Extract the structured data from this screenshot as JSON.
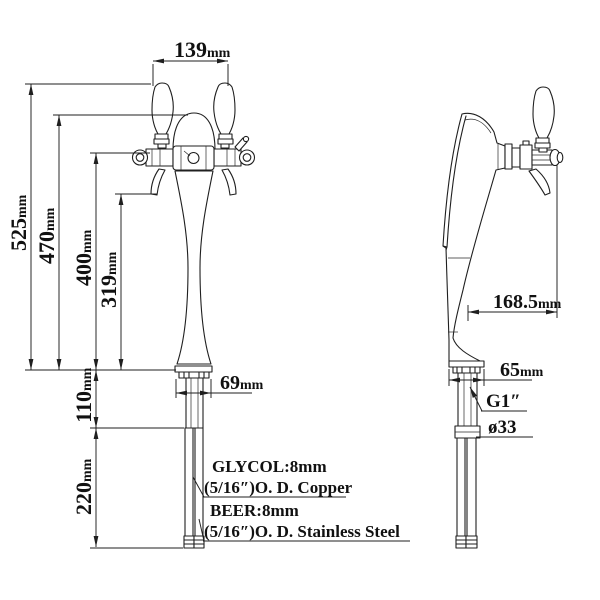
{
  "drawing": {
    "type": "dual-view dimensioned technical drawing of a two-tap draft beer tower",
    "style": {
      "line_color": "#1f1f1f",
      "background": "#ffffff",
      "text_color": "#111111"
    },
    "dims": {
      "w139": {
        "value": "139",
        "unit": "mm"
      },
      "h525": {
        "value": "525",
        "unit": "mm"
      },
      "h470": {
        "value": "470",
        "unit": "mm"
      },
      "h400": {
        "value": "400",
        "unit": "mm"
      },
      "h319": {
        "value": "319",
        "unit": "mm"
      },
      "h110": {
        "value": "110",
        "unit": "mm"
      },
      "h220": {
        "value": "220",
        "unit": "mm"
      },
      "w69": {
        "value": "69",
        "unit": "mm"
      },
      "d168": {
        "value": "168.5",
        "unit": "mm"
      },
      "d65": {
        "value": "65",
        "unit": "mm"
      },
      "thread": "G1″",
      "tube_dia": "ø33"
    },
    "notes": {
      "glycol1": "GLYCOL:8mm",
      "glycol2": "(5/16″)O. D. Copper",
      "beer1": "BEER:8mm",
      "beer2": "(5/16″)O. D. Stainless Steel"
    }
  }
}
